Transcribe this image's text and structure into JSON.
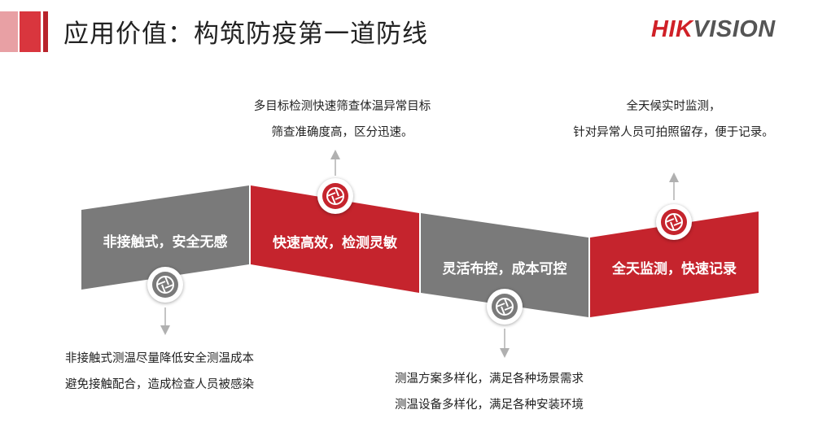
{
  "header": {
    "title": "应用价值：构筑防疫第一道防线",
    "logo_hik": "HIK",
    "logo_vision": "VISION"
  },
  "colors": {
    "red": "#c5242d",
    "gray": "#7a7a7a",
    "arrow": "#b0b0b0"
  },
  "steps": [
    {
      "label": "非接触式，安全无感",
      "color": "gray",
      "icon": "aperture-icon",
      "desc": [
        "非接触式测温尽量降低安全测温成本",
        "避免接触配合，造成检查人员被感染"
      ]
    },
    {
      "label": "快速高效，检测灵敏",
      "color": "red",
      "icon": "aperture-icon",
      "desc": [
        "多目标检测快速筛查体温异常目标",
        "筛查准确度高，区分迅速。"
      ]
    },
    {
      "label": "灵活布控，成本可控",
      "color": "gray",
      "icon": "aperture-icon",
      "desc": [
        "测温方案多样化，满足各种场景需求",
        "测温设备多样化，满足各种安装环境"
      ]
    },
    {
      "label": "全天监测，快速记录",
      "color": "red",
      "icon": "aperture-icon",
      "desc": [
        "全天候实时监测，",
        "针对异常人员可拍照留存，便于记录。"
      ]
    }
  ]
}
